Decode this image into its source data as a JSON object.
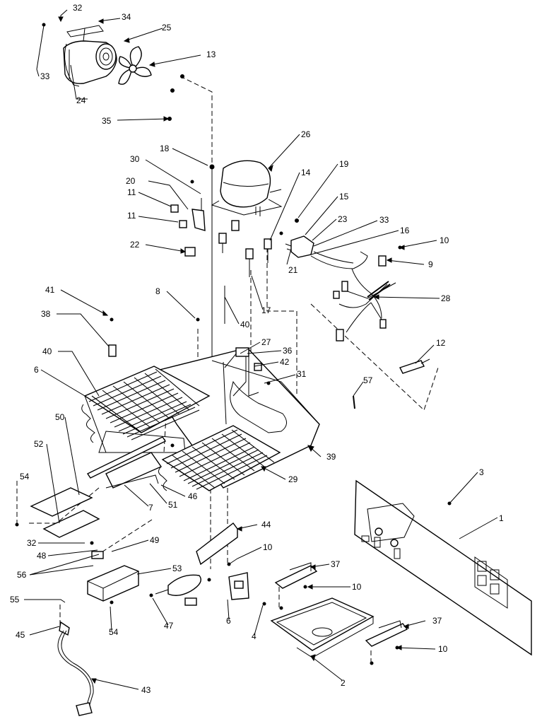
{
  "callouts": [
    {
      "id": "c32a",
      "label": "32"
    },
    {
      "id": "c34",
      "label": "34"
    },
    {
      "id": "c25",
      "label": "25"
    },
    {
      "id": "c13",
      "label": "13"
    },
    {
      "id": "c33a",
      "label": "33"
    },
    {
      "id": "c24",
      "label": "24"
    },
    {
      "id": "c35",
      "label": "35"
    },
    {
      "id": "c26",
      "label": "26"
    },
    {
      "id": "c18",
      "label": "18"
    },
    {
      "id": "c30",
      "label": "30"
    },
    {
      "id": "c20",
      "label": "20"
    },
    {
      "id": "c11a",
      "label": "11"
    },
    {
      "id": "c11b",
      "label": "11"
    },
    {
      "id": "c22",
      "label": "22"
    },
    {
      "id": "c14",
      "label": "14"
    },
    {
      "id": "c19",
      "label": "19"
    },
    {
      "id": "c15",
      "label": "15"
    },
    {
      "id": "c23",
      "label": "23"
    },
    {
      "id": "c33b",
      "label": "33"
    },
    {
      "id": "c16",
      "label": "16"
    },
    {
      "id": "c10a",
      "label": "10"
    },
    {
      "id": "c9",
      "label": "9"
    },
    {
      "id": "c21",
      "label": "21"
    },
    {
      "id": "c28",
      "label": "28"
    },
    {
      "id": "c41",
      "label": "41"
    },
    {
      "id": "c8",
      "label": "8"
    },
    {
      "id": "c17",
      "label": "17"
    },
    {
      "id": "c40a",
      "label": "40"
    },
    {
      "id": "c38",
      "label": "38"
    },
    {
      "id": "c40b",
      "label": "40"
    },
    {
      "id": "c27",
      "label": "27"
    },
    {
      "id": "c36",
      "label": "36"
    },
    {
      "id": "c42",
      "label": "42"
    },
    {
      "id": "c31",
      "label": "31"
    },
    {
      "id": "c12",
      "label": "12"
    },
    {
      "id": "c6a",
      "label": "6"
    },
    {
      "id": "c57",
      "label": "57"
    },
    {
      "id": "c50",
      "label": "50"
    },
    {
      "id": "c39",
      "label": "39"
    },
    {
      "id": "c52",
      "label": "52"
    },
    {
      "id": "c54a",
      "label": "54"
    },
    {
      "id": "c29",
      "label": "29"
    },
    {
      "id": "c7",
      "label": "7"
    },
    {
      "id": "c51",
      "label": "51"
    },
    {
      "id": "c46",
      "label": "46"
    },
    {
      "id": "c3",
      "label": "3"
    },
    {
      "id": "c1",
      "label": "1"
    },
    {
      "id": "c44",
      "label": "44"
    },
    {
      "id": "c32b",
      "label": "32"
    },
    {
      "id": "c48",
      "label": "48"
    },
    {
      "id": "c49",
      "label": "49"
    },
    {
      "id": "c10b",
      "label": "10"
    },
    {
      "id": "c56",
      "label": "56"
    },
    {
      "id": "c53",
      "label": "53"
    },
    {
      "id": "c37a",
      "label": "37"
    },
    {
      "id": "c10c",
      "label": "10"
    },
    {
      "id": "c55",
      "label": "55"
    },
    {
      "id": "c6b",
      "label": "6"
    },
    {
      "id": "c47",
      "label": "47"
    },
    {
      "id": "c54b",
      "label": "54"
    },
    {
      "id": "c4",
      "label": "4"
    },
    {
      "id": "c45",
      "label": "45"
    },
    {
      "id": "c37b",
      "label": "37"
    },
    {
      "id": "c10d",
      "label": "10"
    },
    {
      "id": "c2",
      "label": "2"
    },
    {
      "id": "c43",
      "label": "43"
    }
  ]
}
